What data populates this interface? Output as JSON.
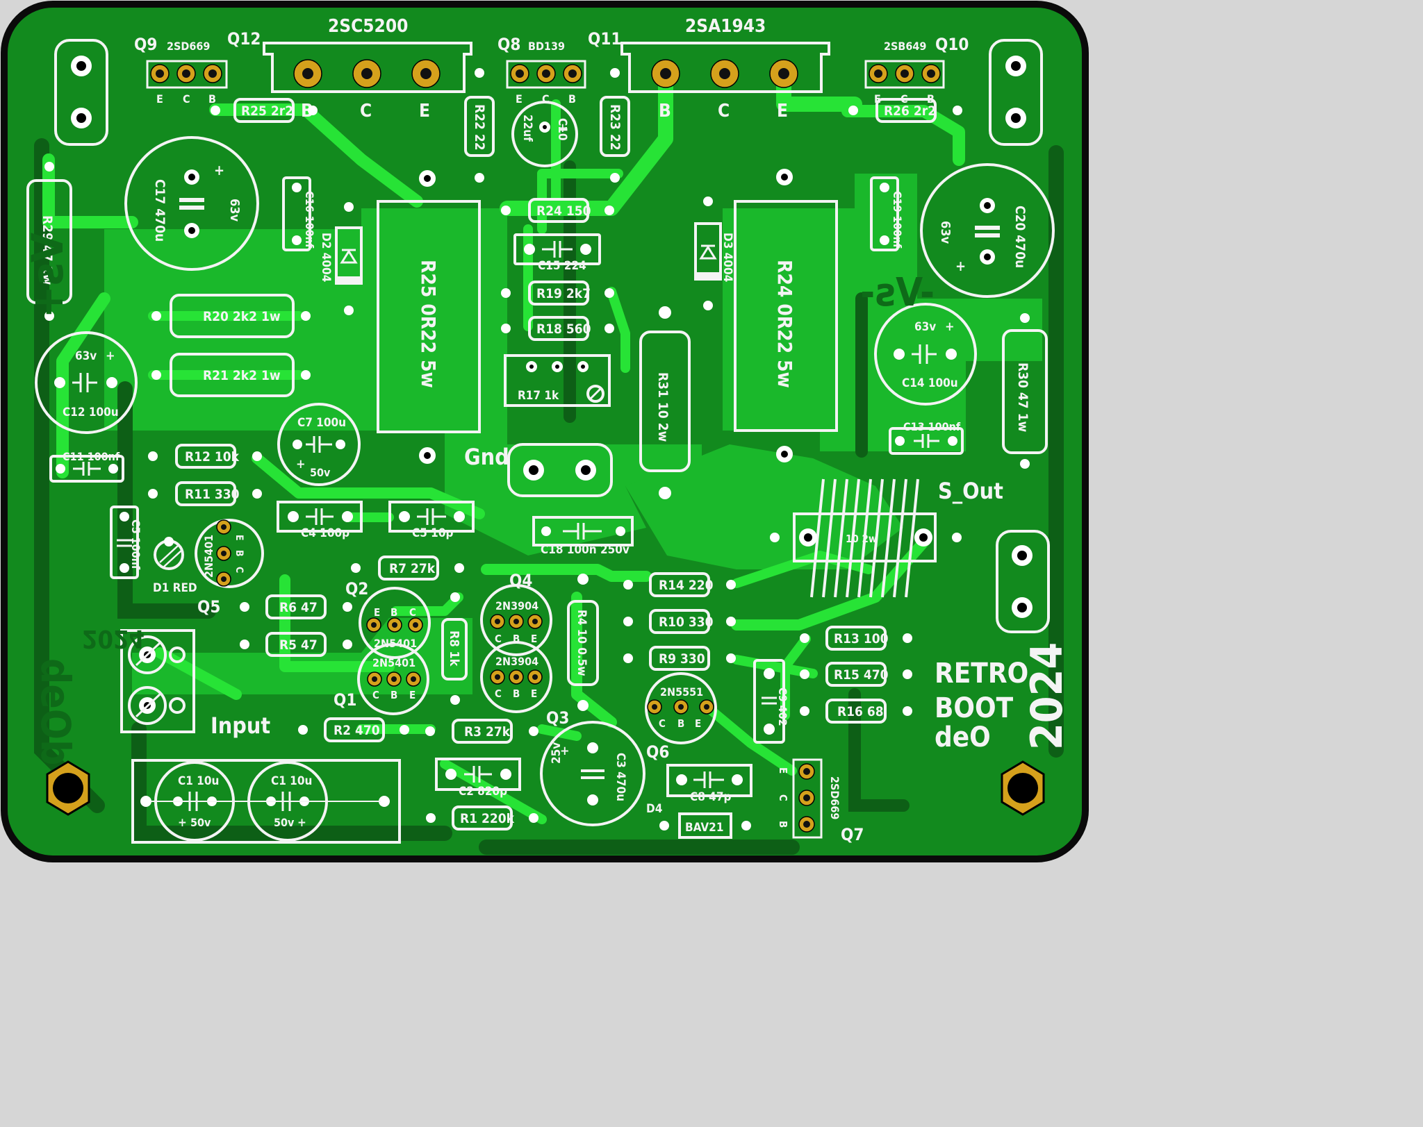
{
  "board": {
    "colors": {
      "substrate": "#128a1e",
      "trace": "#27e336",
      "pour": "#1ab82b",
      "silk": "#f4f4f4",
      "gold": "#d5a11c"
    }
  },
  "transistors": {
    "q9": {
      "ref": "Q9",
      "part": "2SD669",
      "pins": [
        "E",
        "C",
        "B"
      ]
    },
    "q12": {
      "ref": "Q12",
      "part": "2SC5200",
      "pins": [
        "B",
        "C",
        "E"
      ]
    },
    "q8": {
      "ref": "Q8",
      "part": "BD139",
      "pins": [
        "E",
        "C",
        "B"
      ]
    },
    "q11": {
      "ref": "Q11",
      "part": "2SA1943",
      "pins": [
        "B",
        "C",
        "E"
      ]
    },
    "q10": {
      "ref": "Q10",
      "part": "2SB649",
      "pins": [
        "E",
        "C",
        "B"
      ]
    },
    "q5": {
      "ref": "Q5",
      "part": "2N5401",
      "pins": [
        "E",
        "B",
        "C"
      ]
    },
    "q2": {
      "ref": "Q2",
      "part": "2N5401",
      "pins": [
        "E",
        "B",
        "C"
      ]
    },
    "q1": {
      "ref": "Q1",
      "part": "2N5401",
      "pins": [
        "C",
        "B",
        "E"
      ]
    },
    "q4": {
      "ref": "Q4",
      "part": "2N3904",
      "pins": [
        "C",
        "B",
        "E"
      ]
    },
    "q3": {
      "ref": "Q3",
      "part": "2N3904",
      "pins": [
        "C",
        "B",
        "E"
      ]
    },
    "q6": {
      "ref": "Q6",
      "part": "2N5551",
      "pins": [
        "C",
        "B",
        "E"
      ]
    },
    "q7": {
      "ref": "Q7",
      "part": "2SD669",
      "pins": [
        "E",
        "C",
        "B"
      ]
    }
  },
  "resistors": {
    "r25a": "R25 2r2",
    "r26a": "R26 2r2",
    "r22": "R22 22",
    "r23": "R23 22",
    "r29": "R29 47 1w",
    "r30": "R30 47 1w",
    "r24a": "R24 150",
    "r25b": "R25 0R22 5w",
    "r24b": "R24 0R22 5w",
    "r19": "R19 2k7",
    "r18": "R18 560",
    "r17": "R17 1k",
    "r20": "R20 2k2 1w",
    "r21": "R21 2k2 1w",
    "r31": "R31 10 2w",
    "r12": "R12 10k",
    "r11": "R11 330",
    "r7": "R7 27k",
    "r6": "R6 47",
    "r5": "R5 47",
    "r8": "R8 1k",
    "r4": "R4 10 0.5w",
    "r14": "R14 220",
    "r10": "R10 330",
    "r9": "R9 330",
    "r13": "R13 100",
    "r15": "R15 470",
    "r16": "R16 68",
    "r2": "R2 470",
    "r3": "R3 27k",
    "r1": "R1 220k"
  },
  "capacitors": {
    "c17": "C17 470u",
    "c17v": "63v",
    "c20": "C20 470u",
    "c20v": "63v",
    "c16": "C16 100nf",
    "c19": "C19 100nf",
    "c10a": "22uf",
    "c10b": "C10",
    "c15": "C15 224",
    "c12": "C12 100u",
    "c12v": "63v",
    "c14": "C14 100u",
    "c14v": "63v",
    "c13": "C13 100nf",
    "c11": "C11 100nf",
    "c7": "C7 100u",
    "c7v": "50v",
    "c5": "C5 100nf",
    "c4": "C4 100p",
    "c6": "C5 10p",
    "c18": "C18 100n 250v",
    "c9": "C9 402",
    "c3": "C3 470u",
    "c3v": "25v",
    "c2": "C2 820p",
    "c8": "C8 47p",
    "c1a": "C1 10u",
    "c1av": "50v",
    "c1b": "C1 10u",
    "c1bv": "50v",
    "plus": "+"
  },
  "diodes": {
    "d2": "D2 4004",
    "d3": "D3 4004",
    "d1": "D1 RED",
    "d4": "D4",
    "d4part": "BAV21"
  },
  "labels": {
    "gnd": "Gnd",
    "s_out": "S_Out",
    "input": "Input",
    "l1": "10 2w",
    "brand1": "RETRO",
    "brand2": "BOOT",
    "brand3": "deO",
    "year": "2024",
    "mirror_year": "2024",
    "mirror_name": "deOb",
    "vplus": "Vs+",
    "vminus": "-Vs-"
  }
}
